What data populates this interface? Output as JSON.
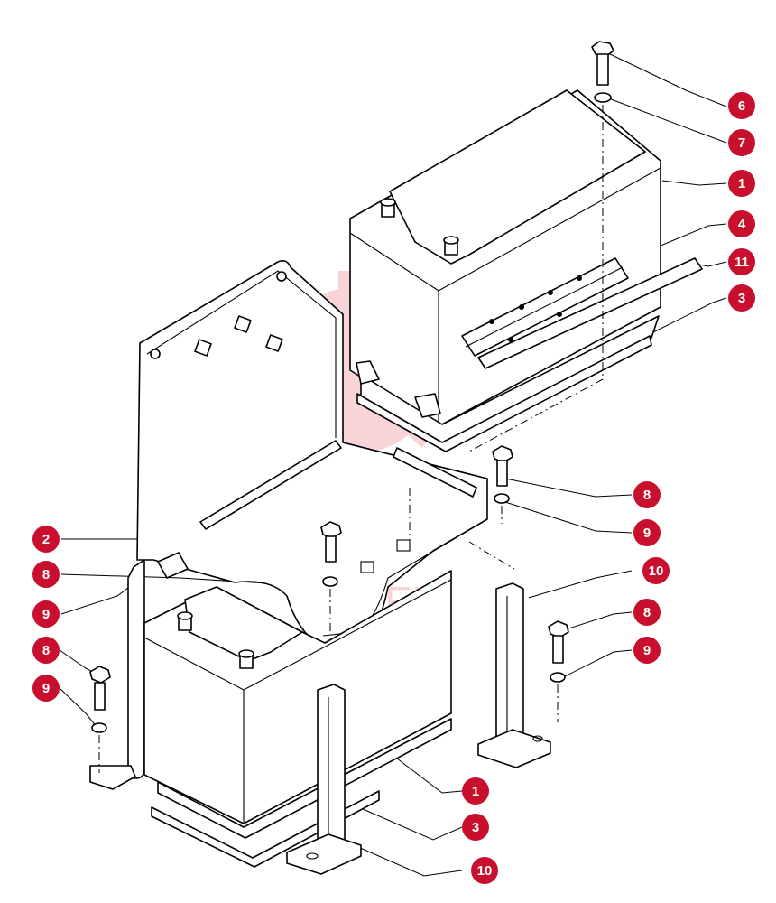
{
  "watermark": {
    "text": "ИНТЕХ",
    "color": "#e7414a"
  },
  "callout_color": "#c8102e",
  "callouts": [
    {
      "label": "6"
    },
    {
      "label": "7"
    },
    {
      "label": "1"
    },
    {
      "label": "4"
    },
    {
      "label": "11"
    },
    {
      "label": "3"
    },
    {
      "label": "8"
    },
    {
      "label": "9"
    },
    {
      "label": "10"
    },
    {
      "label": "8"
    },
    {
      "label": "9"
    },
    {
      "label": "2"
    },
    {
      "label": "8"
    },
    {
      "label": "9"
    },
    {
      "label": "8"
    },
    {
      "label": "9"
    },
    {
      "label": "1"
    },
    {
      "label": "3"
    },
    {
      "label": "10"
    }
  ]
}
